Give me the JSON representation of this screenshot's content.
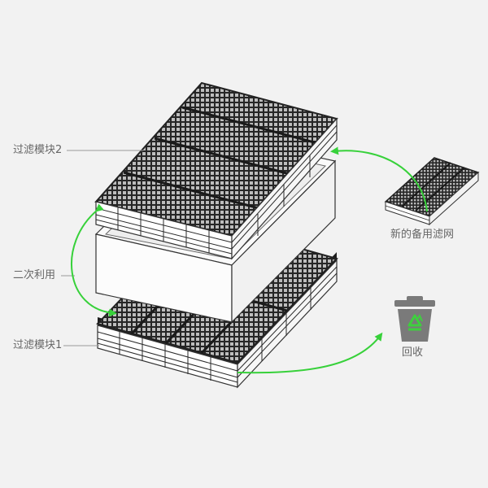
{
  "labels": {
    "module2": "过滤模块2",
    "reuse": "二次利用",
    "module1": "过滤模块1",
    "spare": "新的备用滤网",
    "recycle": "回收"
  },
  "colors": {
    "background": "#f2f2f2",
    "arrow": "#37d13a",
    "filter_dark": "#2a2a2a",
    "frame": "#ffffff",
    "outline": "#333333",
    "bin": "#7a7a7a",
    "recycle_symbol": "#3ecf3e",
    "label_text": "#666666"
  },
  "icons": [
    "recycle-bin-icon",
    "recycle-symbol-icon"
  ]
}
